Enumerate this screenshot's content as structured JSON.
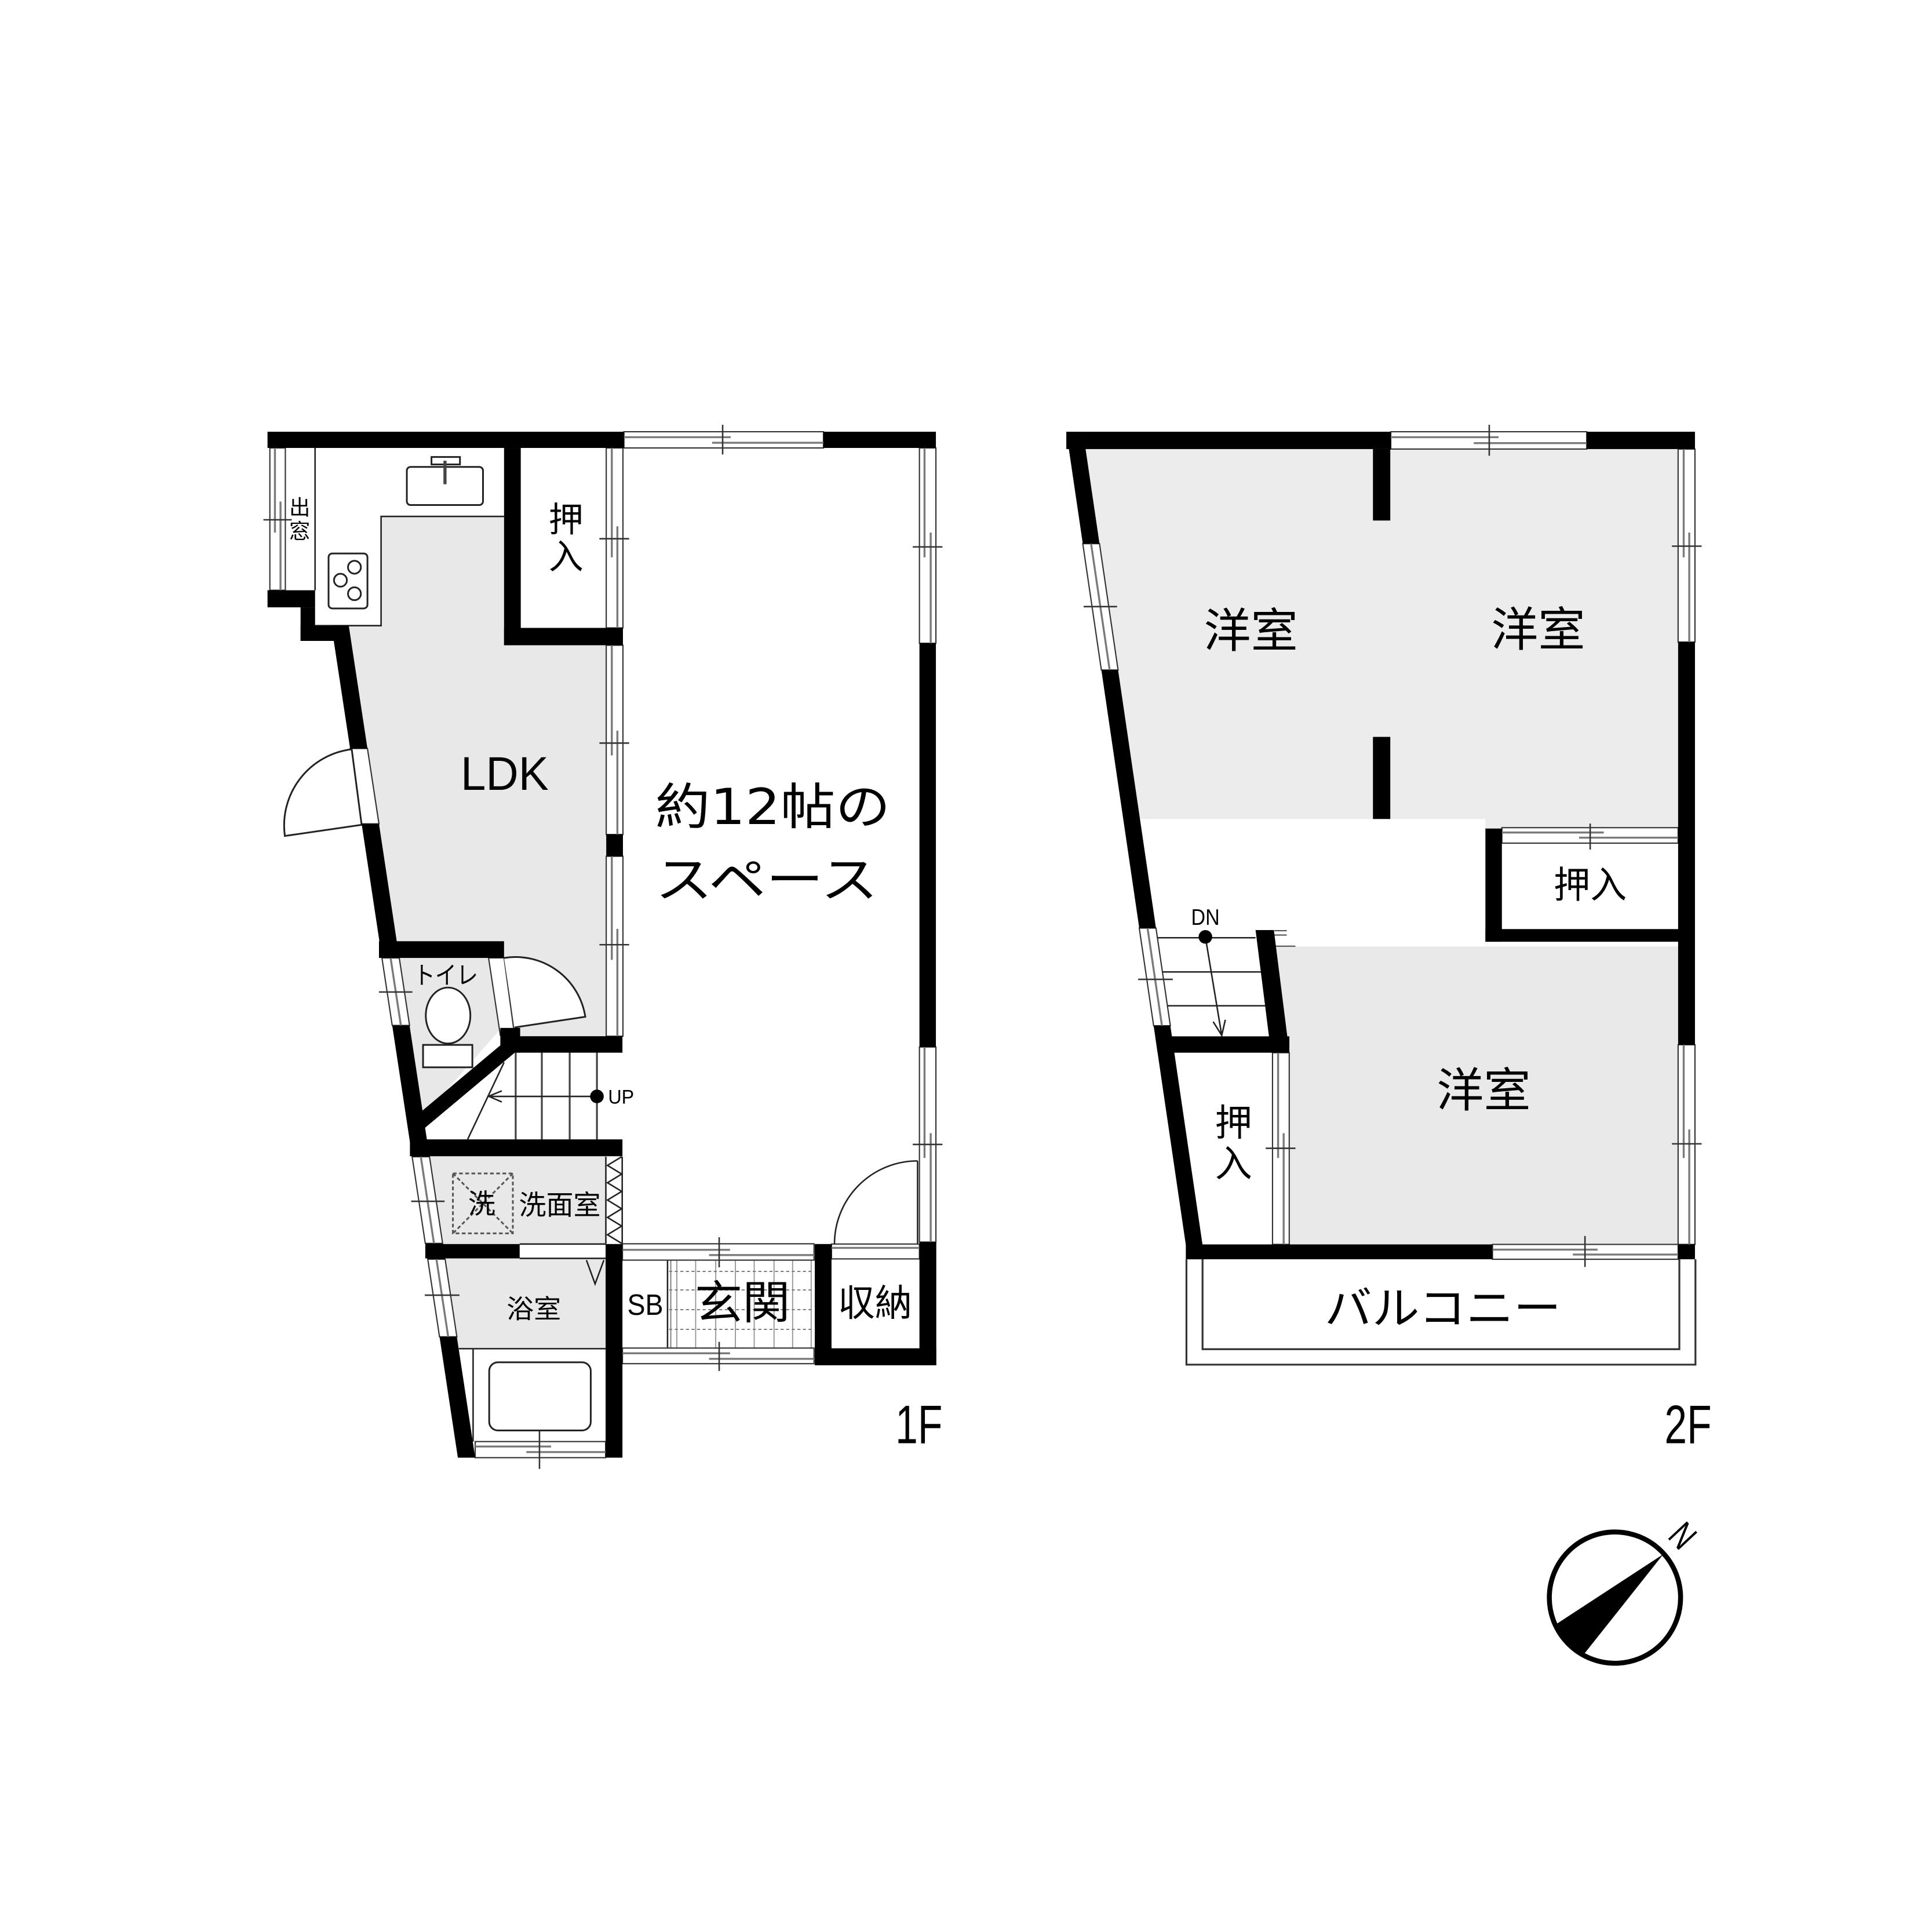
{
  "floor1": {
    "label": "1F",
    "bay_window": {
      "chars": [
        "出",
        "窓"
      ]
    },
    "closet": {
      "chars": [
        "押",
        "入"
      ]
    },
    "ldk": {
      "label": "LDK"
    },
    "open_space": {
      "line1": "約12帖の",
      "line2": "スペース"
    },
    "toilet": {
      "label": "トイレ"
    },
    "stairs": {
      "label": "UP"
    },
    "washroom": {
      "label": "洗面室",
      "washer_mark": "洗"
    },
    "bathroom": {
      "label": "浴室"
    },
    "shoe_box": {
      "label": "SB"
    },
    "entrance": {
      "label": "玄関"
    },
    "storage": {
      "label": "収納"
    }
  },
  "floor2": {
    "label": "2F",
    "western_room_nw": {
      "label": "洋室"
    },
    "western_room_ne": {
      "label": "洋室"
    },
    "western_room_s": {
      "label": "洋室"
    },
    "closet_east": {
      "label": "押入"
    },
    "closet_west": {
      "chars": [
        "押",
        "入"
      ]
    },
    "stairs": {
      "label": "DN"
    },
    "balcony": {
      "label": "バルコニー"
    }
  },
  "compass": {
    "label": "N"
  },
  "colors": {
    "wall": "#000000",
    "room_fill_1f": "#e8e8e8",
    "room_fill_2f": "#ececec",
    "background": "#ffffff"
  }
}
